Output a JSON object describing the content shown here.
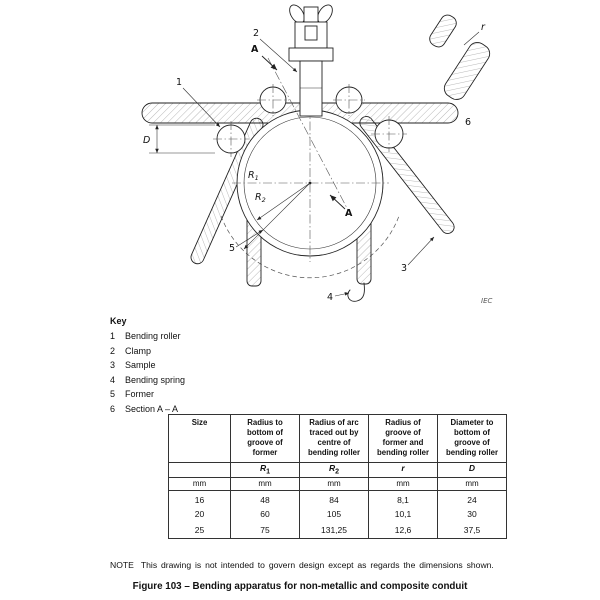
{
  "page": {
    "note_label": "NOTE",
    "note_text": "This drawing is not intended to govern design except as regards the dimensions shown.",
    "caption": "Figure 103 – Bending apparatus for non-metallic and composite conduit"
  },
  "drawing": {
    "labels": {
      "n1": "1",
      "n2": "2",
      "n3": "3",
      "n4": "4",
      "n5": "5",
      "n6": "6",
      "a_top": "A",
      "a_bottom": "A",
      "dim_d": "D",
      "r1_base": "R",
      "r1_sub": "1",
      "r2_base": "R",
      "r2_sub": "2",
      "r_detail": "r",
      "iec": "IEC"
    }
  },
  "key": {
    "title": "Key",
    "items": [
      {
        "num": "1",
        "label": "Bending roller"
      },
      {
        "num": "2",
        "label": "Clamp"
      },
      {
        "num": "3",
        "label": "Sample"
      },
      {
        "num": "4",
        "label": "Bending spring"
      },
      {
        "num": "5",
        "label": "Former"
      },
      {
        "num": "6",
        "label": "Section A – A"
      }
    ]
  },
  "table": {
    "headers": [
      "Size",
      "Radius to bottom of groove of former",
      "Radius of arc traced out by centre of bending roller",
      "Radius of groove of former and bending roller",
      "Diameter to bottom of groove of bending roller"
    ],
    "symbols": [
      {
        "base": "",
        "sub": ""
      },
      {
        "base": "R",
        "sub": "1"
      },
      {
        "base": "R",
        "sub": "2"
      },
      {
        "base": "r",
        "sub": ""
      },
      {
        "base": "D",
        "sub": ""
      }
    ],
    "units": [
      "mm",
      "mm",
      "mm",
      "mm",
      "mm"
    ],
    "rows": [
      [
        "16",
        "48",
        "84",
        "8,1",
        "24"
      ],
      [
        "20",
        "60",
        "105",
        "10,1",
        "30"
      ],
      [
        "25",
        "75",
        "131,25",
        "12,6",
        "37,5"
      ]
    ]
  }
}
